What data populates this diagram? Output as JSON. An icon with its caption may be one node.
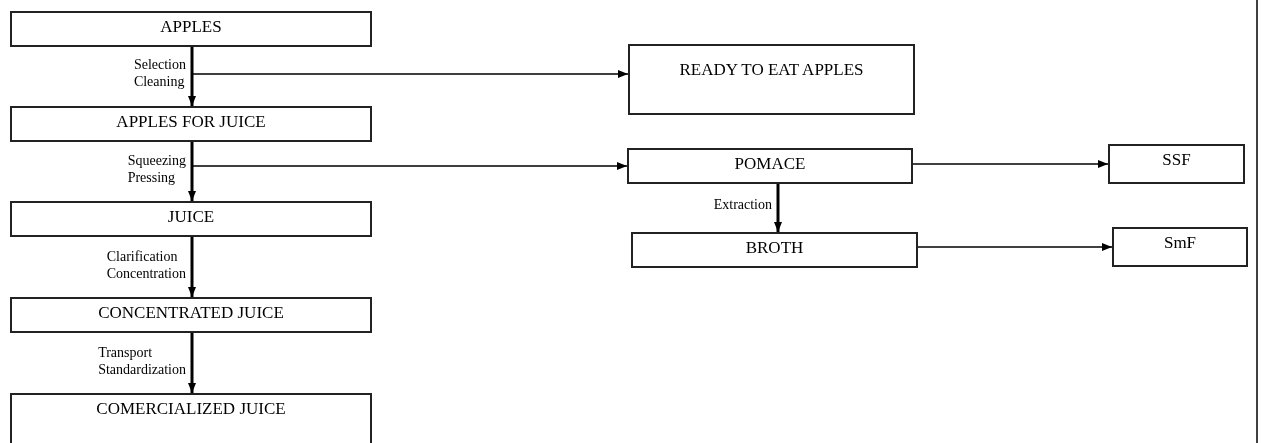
{
  "diagram": {
    "nodes": [
      {
        "text": [
          "APPLES"
        ]
      },
      {
        "text": [
          "READY TO EAT APPLES"
        ]
      },
      {
        "text": [
          "APPLES FOR JUICE"
        ]
      },
      {
        "text": [
          "POMACE"
        ]
      },
      {
        "text": [
          "SSF"
        ]
      },
      {
        "text": [
          "JUICE"
        ]
      },
      {
        "text": [
          "BROTH"
        ]
      },
      {
        "text": [
          "SmF"
        ]
      },
      {
        "text": [
          "CONCENTRATED JUICE"
        ]
      },
      {
        "text": [
          "COMERCIALIZED JUICE"
        ]
      }
    ],
    "edges": [
      {
        "from": 0,
        "to": 2,
        "arrow": "to",
        "label": "Selection Cleaning"
      },
      {
        "from": 0,
        "to": 1,
        "arrow": "to"
      },
      {
        "from": 2,
        "to": 5,
        "arrow": "to",
        "label": "Squeezing Pressing"
      },
      {
        "from": 2,
        "to": 3,
        "arrow": "to"
      },
      {
        "from": 5,
        "to": 8,
        "arrow": "to",
        "label": "Clarification Concentration"
      },
      {
        "from": 8,
        "to": 9,
        "arrow": "to",
        "label": "Transport Standardization"
      },
      {
        "from": 3,
        "to": 6,
        "arrow": "to",
        "label": "Extraction"
      },
      {
        "from": 3,
        "to": 4,
        "arrow": "to"
      },
      {
        "from": 6,
        "to": 7,
        "arrow": "to"
      }
    ]
  }
}
